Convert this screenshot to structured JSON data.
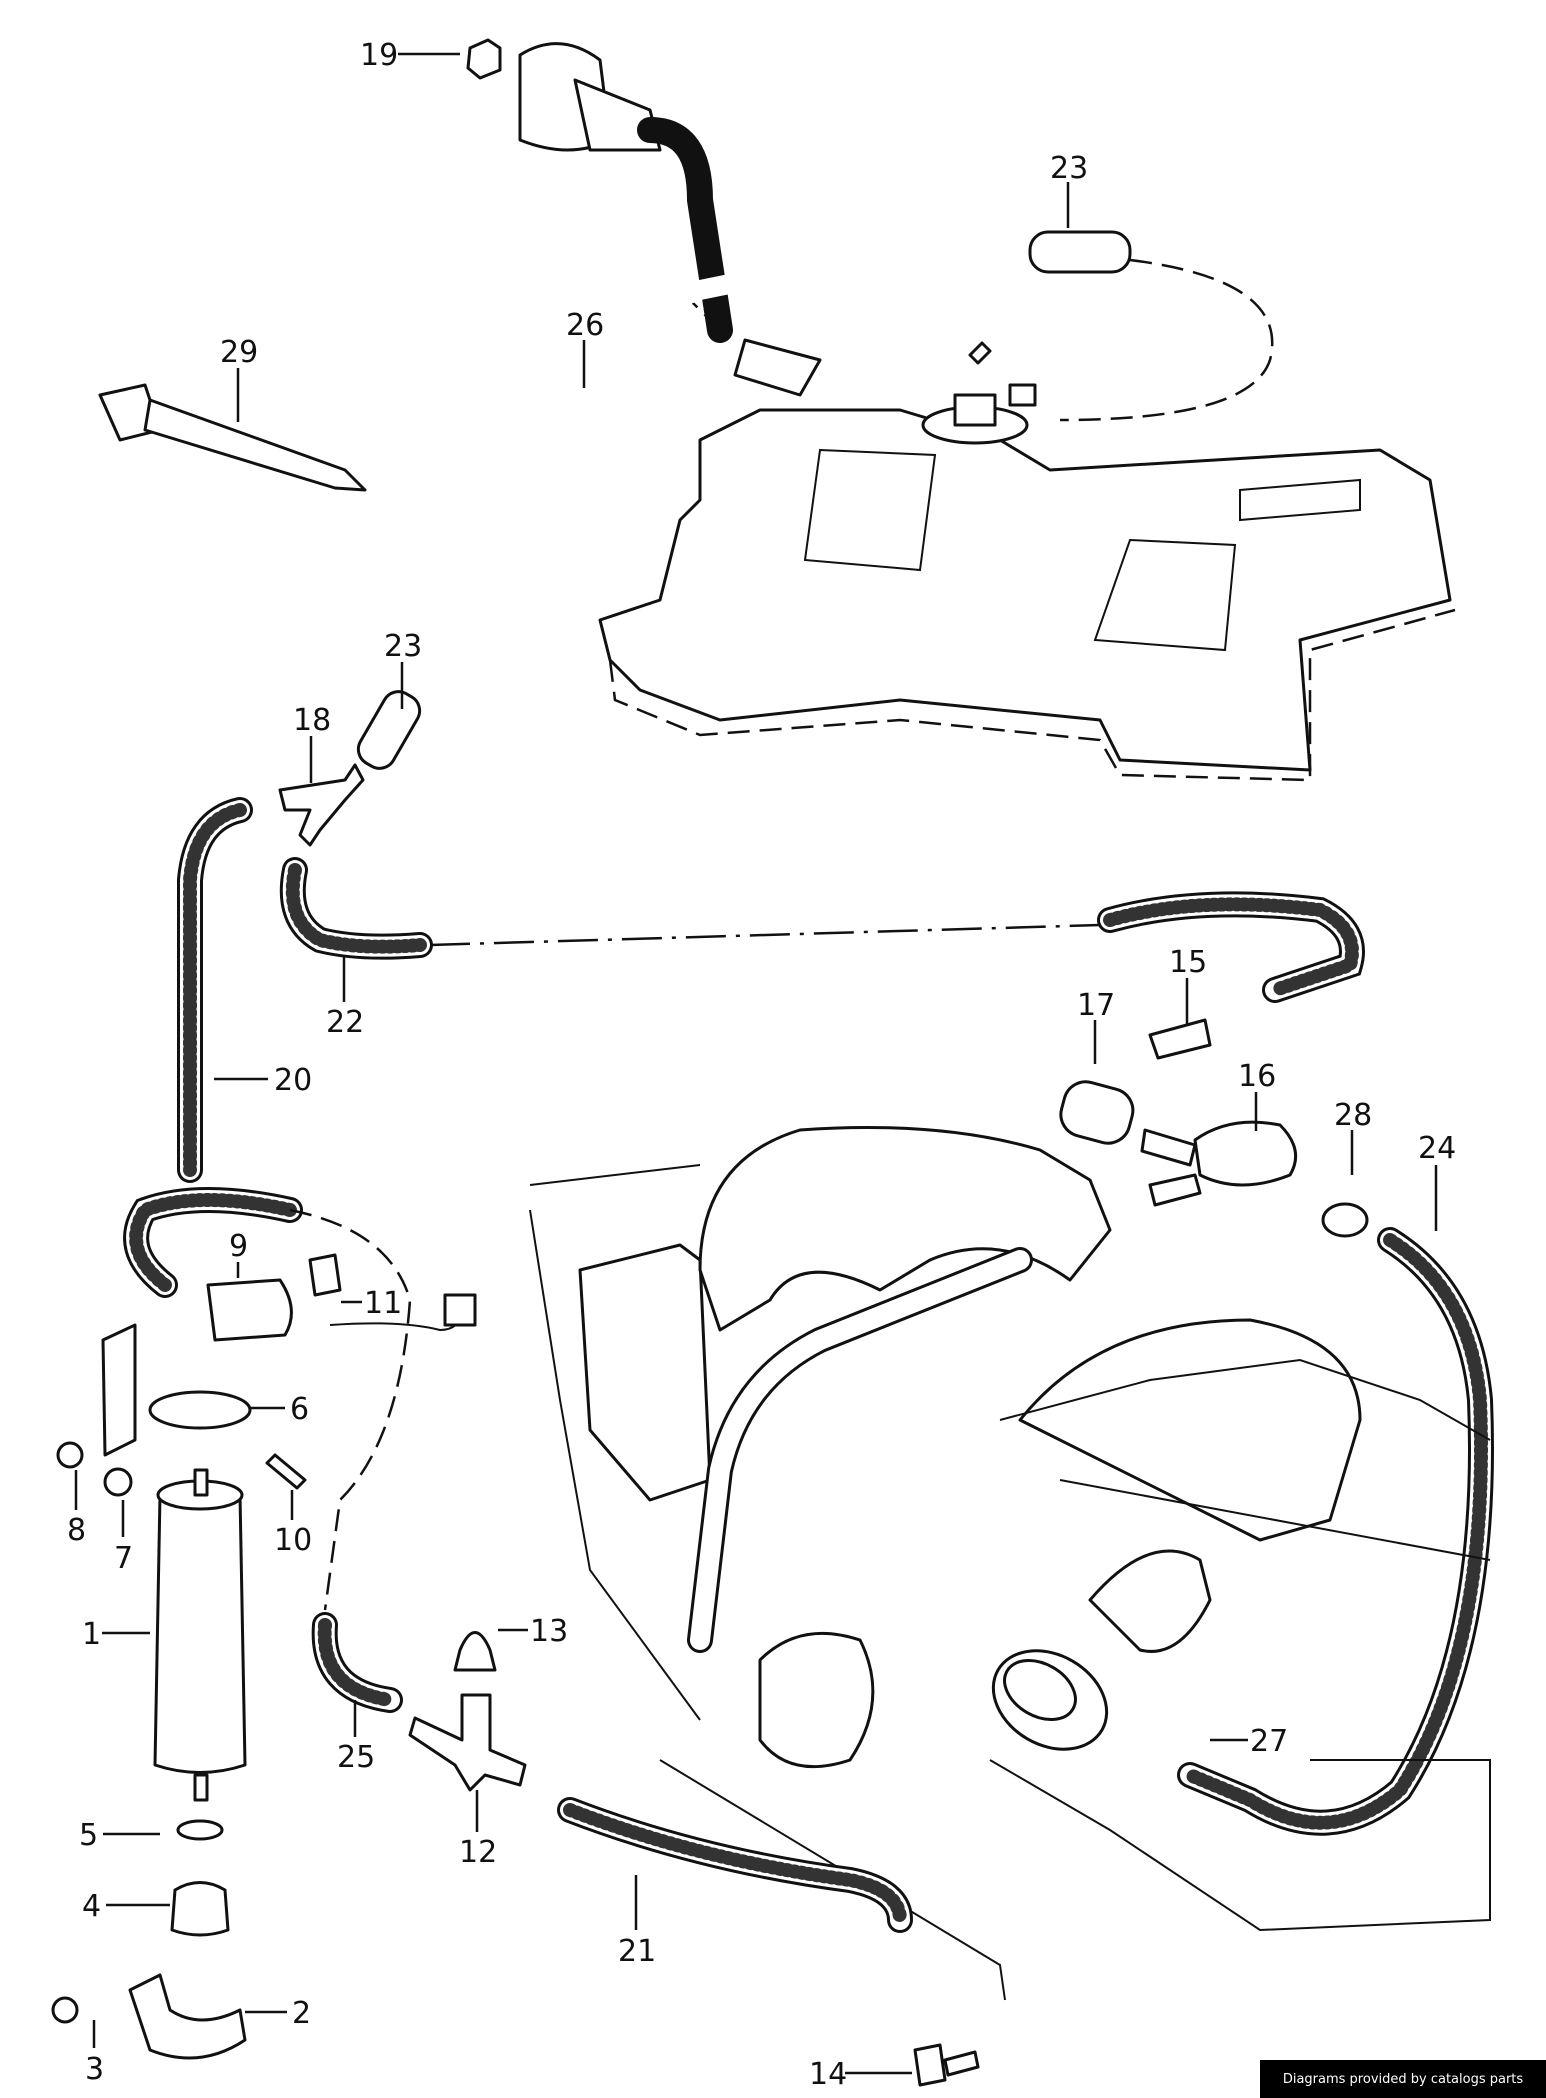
{
  "diagram": {
    "callouts": {
      "c1": "1",
      "c2": "2",
      "c3": "3",
      "c4": "4",
      "c5": "5",
      "c6": "6",
      "c7": "7",
      "c8": "8",
      "c9": "9",
      "c10": "10",
      "c11": "11",
      "c12": "12",
      "c13": "13",
      "c14": "14",
      "c15": "15",
      "c16": "16",
      "c17": "17",
      "c18": "18",
      "c19": "19",
      "c20": "20",
      "c21": "21",
      "c22": "22",
      "c23a": "23",
      "c23b": "23",
      "c24": "24",
      "c25": "25",
      "c26": "26",
      "c27": "27",
      "c28": "28",
      "c29": "29"
    }
  },
  "footer": {
    "credit": "Diagrams provided by catalogs parts"
  }
}
